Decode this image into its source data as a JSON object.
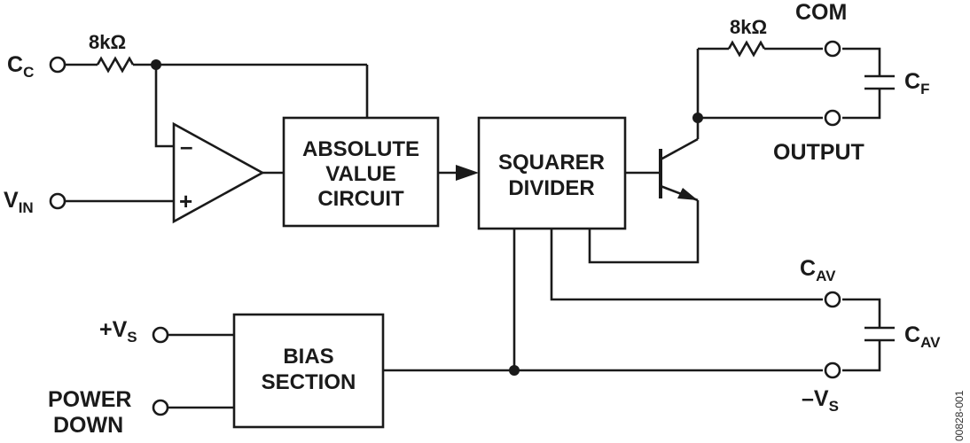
{
  "blocks": {
    "absolute_value": [
      "ABSOLUTE",
      "VALUE",
      "CIRCUIT"
    ],
    "squarer_divider": [
      "SQUARER",
      "DIVIDER"
    ],
    "bias_section": [
      "BIAS",
      "SECTION"
    ]
  },
  "pins": {
    "cc": {
      "main": "C",
      "sub": "C"
    },
    "vin": {
      "main": "V",
      "sub": "IN"
    },
    "com": "COM",
    "output": "OUTPUT",
    "cav_pin": {
      "main": "C",
      "sub": "AV"
    },
    "plus_vs": {
      "main": "+V",
      "sub": "S"
    },
    "minus_vs": {
      "main": "–V",
      "sub": "S"
    },
    "power_down": [
      "POWER",
      "DOWN"
    ]
  },
  "components": {
    "resistor_in": "8kΩ",
    "resistor_out": "8kΩ",
    "cap_f": {
      "main": "C",
      "sub": "F"
    },
    "cap_av": {
      "main": "C",
      "sub": "AV"
    }
  },
  "opamp": {
    "minus": "–",
    "plus": "+"
  },
  "figure_id": "00828-001"
}
